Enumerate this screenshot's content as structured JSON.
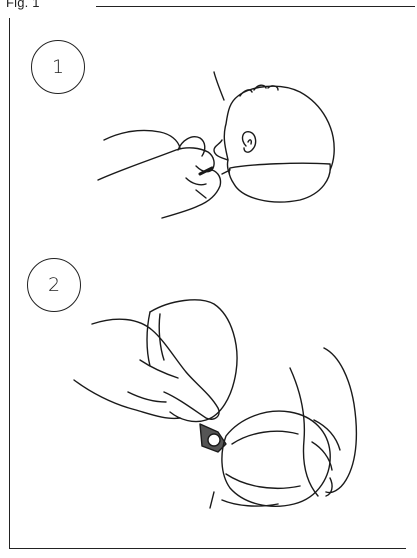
{
  "figure": {
    "label": "Fig. 1",
    "steps": [
      {
        "number": "1"
      },
      {
        "number": "2"
      }
    ]
  },
  "colors": {
    "line": "#1a1a1a",
    "shade": "#e8e8e8"
  },
  "icons": [
    "illustration-hand-mask-head",
    "illustration-hands-mask-bag"
  ]
}
